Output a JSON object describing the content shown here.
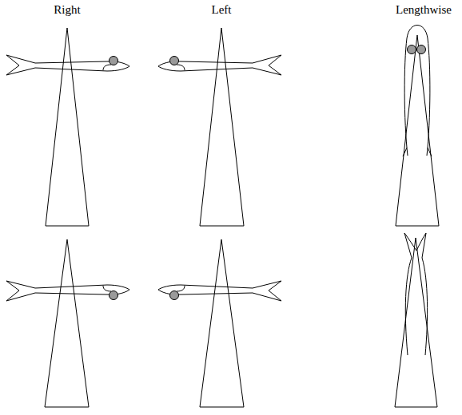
{
  "diagram": {
    "labels": [
      "Right",
      "Left",
      "Lengthwise"
    ]
  }
}
